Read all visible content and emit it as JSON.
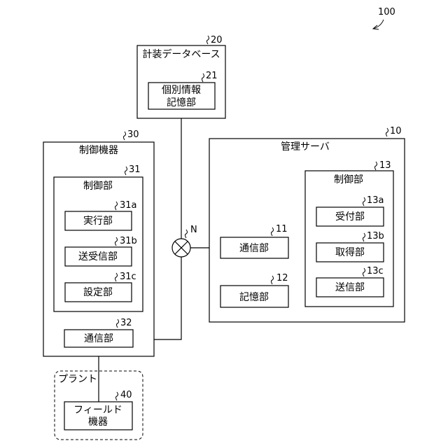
{
  "figure_ref": "100",
  "db": {
    "ref": "20",
    "title": "計装データベース",
    "storage": {
      "ref": "21",
      "line1": "個別情報",
      "line2": "記憶部"
    }
  },
  "server": {
    "ref": "10",
    "title": "管理サーバ",
    "comm": {
      "ref": "11",
      "label": "通信部"
    },
    "memory": {
      "ref": "12",
      "label": "記憶部"
    },
    "control": {
      "ref": "13",
      "title": "制御部",
      "receive": {
        "ref": "13a",
        "label": "受付部"
      },
      "acquire": {
        "ref": "13b",
        "label": "取得部"
      },
      "send": {
        "ref": "13c",
        "label": "送信部"
      }
    }
  },
  "controller": {
    "ref": "30",
    "title": "制御機器",
    "control": {
      "ref": "31",
      "title": "制御部",
      "execute": {
        "ref": "31a",
        "label": "実行部"
      },
      "sendrecv": {
        "ref": "31b",
        "label": "送受信部"
      },
      "settings": {
        "ref": "31c",
        "label": "設定部"
      }
    },
    "comm": {
      "ref": "32",
      "label": "通信部"
    }
  },
  "network": {
    "ref": "N"
  },
  "plant": {
    "title": "プラント",
    "field": {
      "ref": "40",
      "line1": "フィールド",
      "line2": "機器"
    }
  }
}
